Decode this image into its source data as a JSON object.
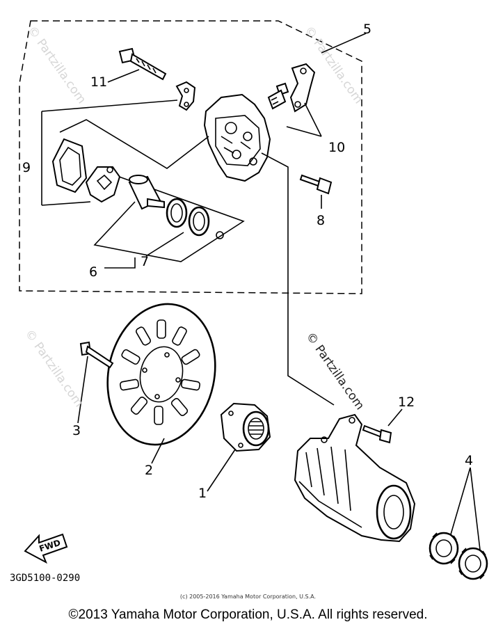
{
  "watermarks": {
    "top": "© Partzilla.com",
    "left": "© Partzilla.com",
    "right": "© Partzilla.com",
    "upper_right": "© Partzilla.com"
  },
  "callouts": {
    "c1": "1",
    "c2": "2",
    "c3": "3",
    "c4": "4",
    "c5": "5",
    "c6": "6",
    "c7": "7",
    "c8": "8",
    "c9": "9",
    "c10": "10",
    "c11": "11",
    "c12": "12"
  },
  "fwd_label": "FWD",
  "diagram_code": "3GD5100-0290",
  "small_copyright": "(c) 2005-2016 Yamaha Motor Corporation, U.S.A.",
  "copyright": "©2013 Yamaha Motor Corporation, U.S.A. All rights reserved."
}
